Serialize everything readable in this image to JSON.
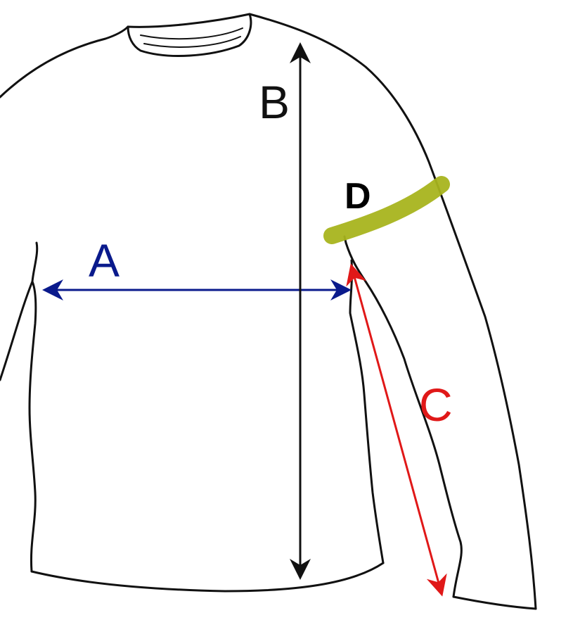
{
  "labels": {
    "a": "A",
    "b": "B",
    "c": "C",
    "d": "D"
  },
  "colors": {
    "outline": "#111111",
    "width_arrow": "#0a1a8c",
    "length_arrow": "#111111",
    "sleeve_arrow": "#e01818",
    "cuff_band": "#a8b41e",
    "label_d": "#000000"
  },
  "icons": {
    "garment": "long-sleeve-shirt-outline"
  }
}
